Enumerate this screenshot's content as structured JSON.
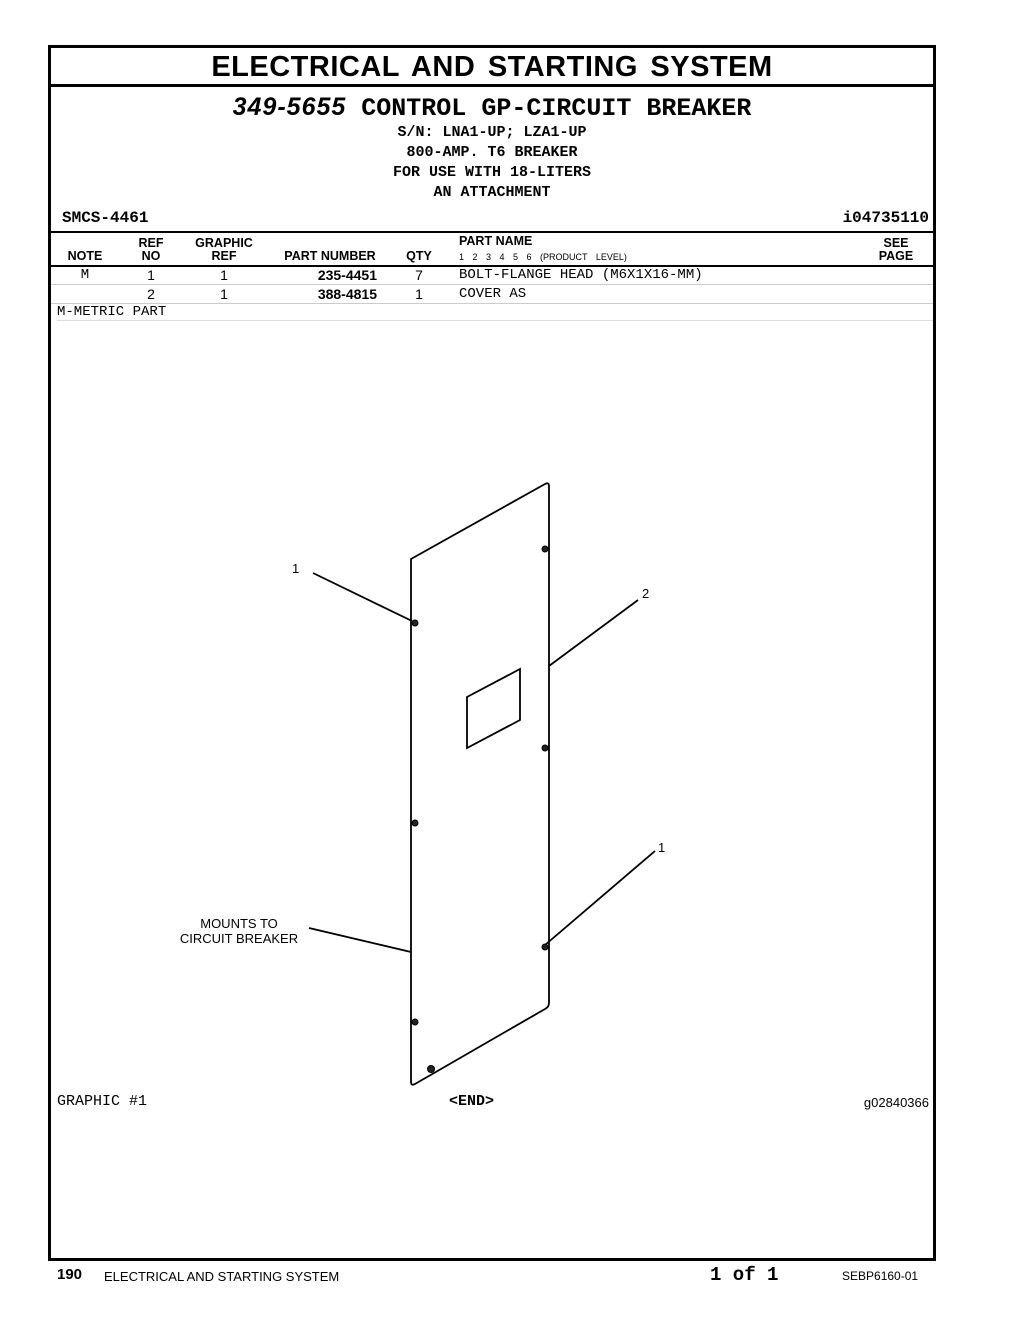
{
  "header": {
    "title": "ELECTRICAL AND STARTING SYSTEM",
    "group_part_number": "349-5655",
    "group_name": "CONTROL GP-CIRCUIT BREAKER",
    "lines": [
      "S/N: LNA1-UP; LZA1-UP",
      "800-AMP. T6 BREAKER",
      "FOR USE WITH 18-LITERS",
      "AN ATTACHMENT"
    ],
    "smcs": "SMCS-4461",
    "info_id": "i04735110"
  },
  "table": {
    "headers": {
      "note": "NOTE",
      "ref_top": "REF",
      "ref_bottom": "NO",
      "graphic_top": "GRAPHIC",
      "graphic_bottom": "REF",
      "part_number": "PART NUMBER",
      "qty": "QTY",
      "part_name": "PART NAME",
      "levels": "1 2 3 4 5 6 (PRODUCT LEVEL)",
      "see_top": "SEE",
      "see_bottom": "PAGE"
    },
    "rows": [
      {
        "note": "M",
        "ref": "1",
        "graphic": "1",
        "part_number": "235-4451",
        "qty": "7",
        "name": "BOLT-FLANGE HEAD (M6X1X16-MM)"
      },
      {
        "note": "",
        "ref": "2",
        "graphic": "1",
        "part_number": "388-4815",
        "qty": "1",
        "name": "COVER AS"
      }
    ],
    "footnote": "M-METRIC PART"
  },
  "graphic": {
    "callouts": {
      "c1_top": "1",
      "c2": "2",
      "c1_bottom": "1",
      "mounts_line1": "MOUNTS TO",
      "mounts_line2": "CIRCUIT BREAKER"
    },
    "label": "GRAPHIC #1",
    "end": "<END>",
    "number": "g02840366"
  },
  "footer": {
    "page": "190",
    "section": "ELECTRICAL AND STARTING SYSTEM",
    "sheet": "1 of 1",
    "doc": "SEBP6160-01"
  }
}
